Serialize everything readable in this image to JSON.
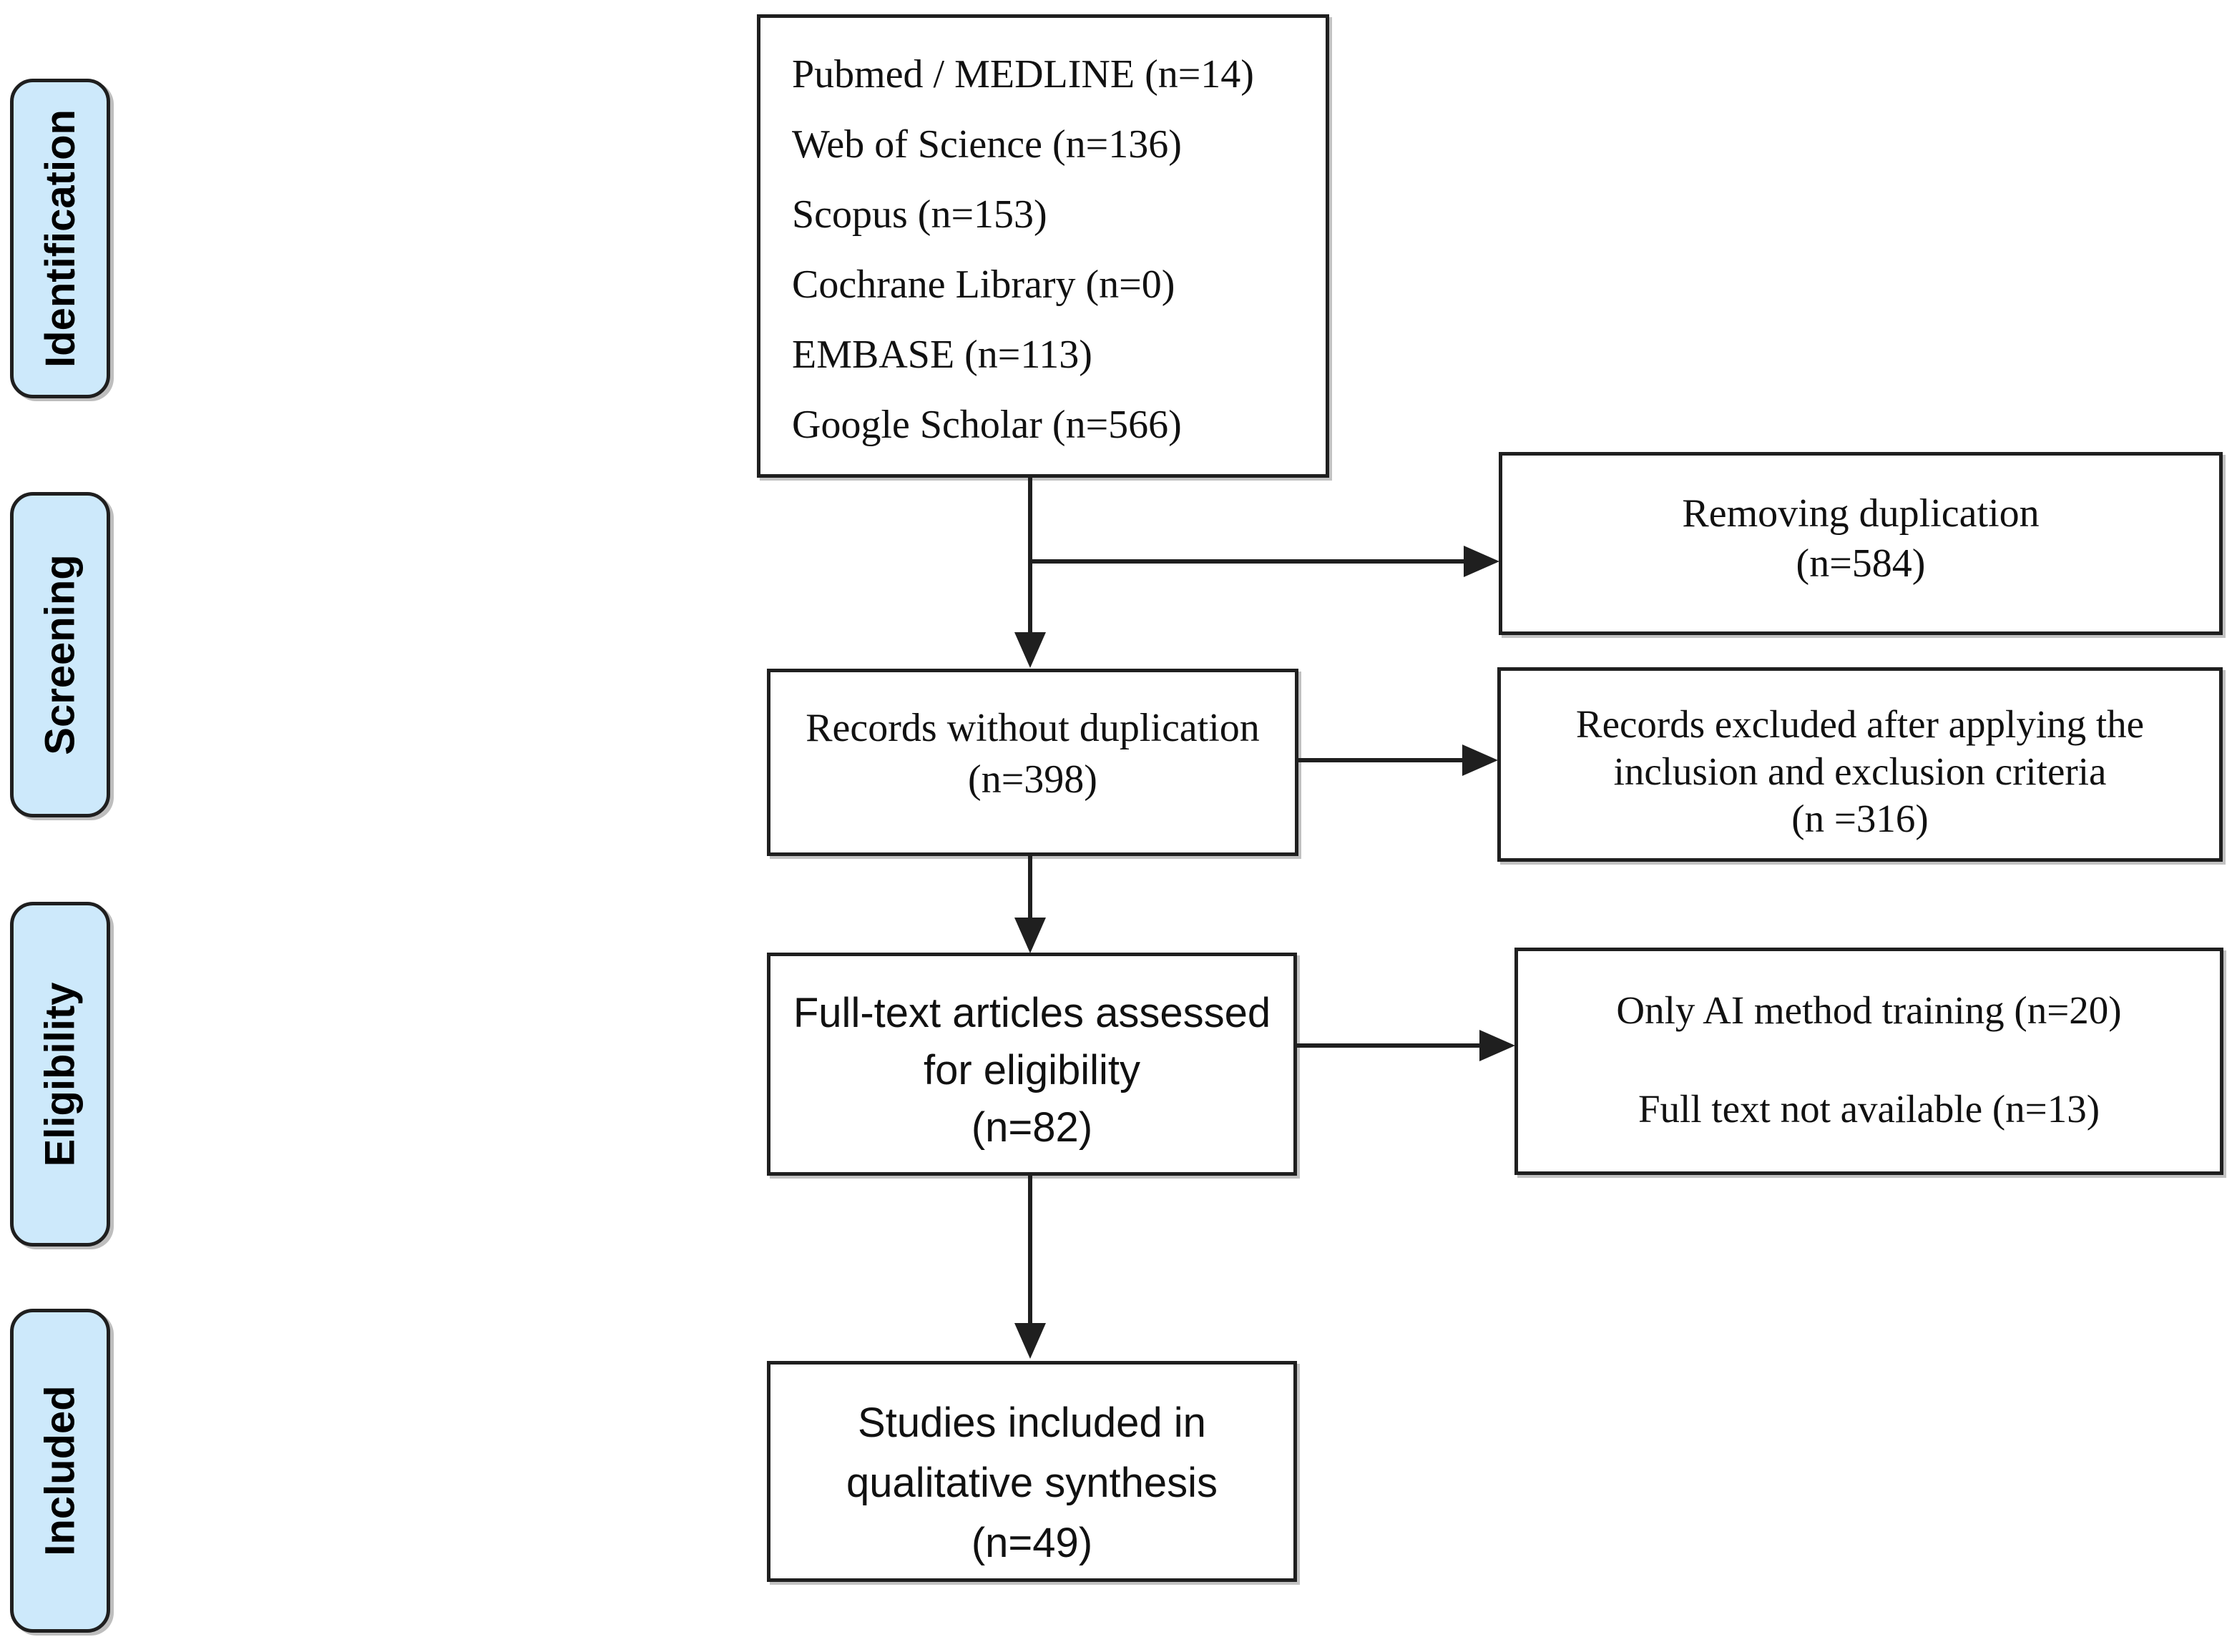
{
  "diagram_type": "prisma-flow",
  "colors": {
    "stage_fill": "#cde9fb",
    "box_fill": "#ffffff",
    "border": "#1f1f1f",
    "text": "#111111"
  },
  "stages": {
    "identification": "Identification",
    "screening": "Screening",
    "eligibility": "Eligibility",
    "included": "Included"
  },
  "boxes": {
    "sources": {
      "lines": [
        "Pubmed / MEDLINE (n=14)",
        "Web of Science (n=136)",
        "Scopus (n=153)",
        "Cochrane Library (n=0)",
        "EMBASE (n=113)",
        "Google Scholar (n=566)"
      ]
    },
    "removing_duplication": {
      "line1": "Removing duplication",
      "line2": "(n=584)"
    },
    "records_without_duplication": {
      "line1": "Records without duplication",
      "line2": "(n=398)"
    },
    "records_excluded": {
      "line1": "Records excluded after applying the",
      "line2": "inclusion and exclusion criteria",
      "line3": "(n =316)"
    },
    "full_text": {
      "line1": "Full-text articles assessed",
      "line2": "for eligibility",
      "line3": "(n=82)"
    },
    "exclusion_reasons": {
      "line1": "Only AI method training (n=20)",
      "line2": "Full text not available (n=13)"
    },
    "studies_included": {
      "line1": "Studies included in",
      "line2": "qualitative synthesis",
      "line3": "(n=49)"
    }
  }
}
